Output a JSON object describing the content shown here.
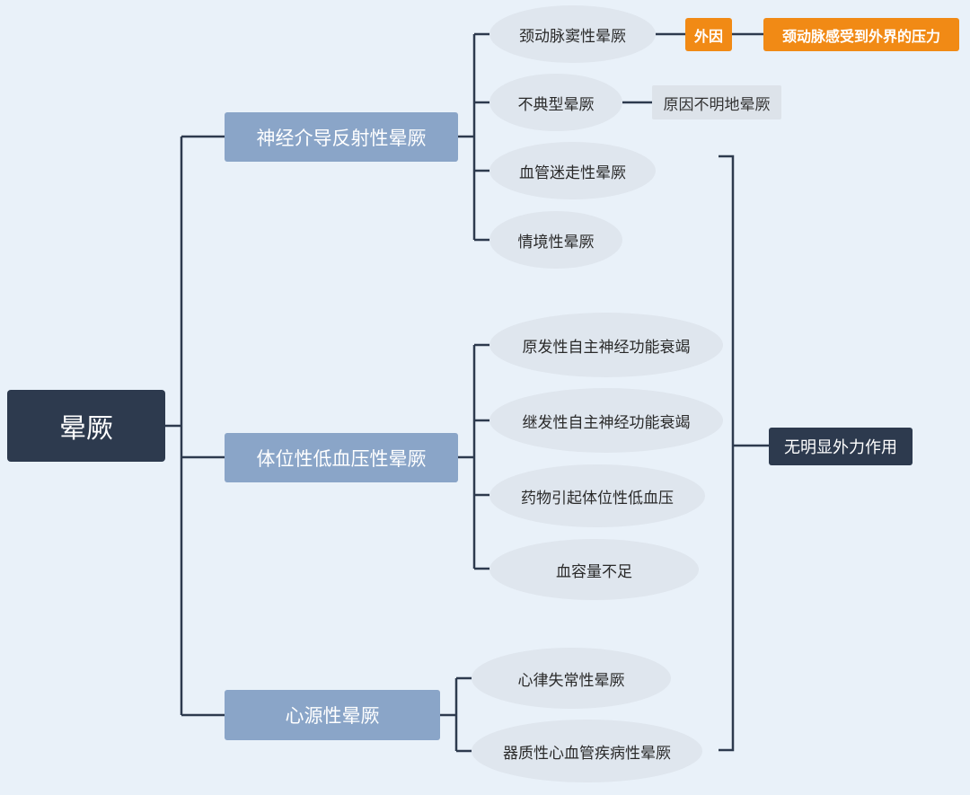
{
  "root": {
    "label": "晕厥"
  },
  "branches": [
    {
      "label": "神经介导反射性晕厥",
      "children": [
        "颈动脉窦性晕厥",
        "不典型晕厥",
        "血管迷走性晕厥",
        "情境性晕厥"
      ]
    },
    {
      "label": "体位性低血压性晕厥",
      "children": [
        "原发性自主神经功能衰竭",
        "继发性自主神经功能衰竭",
        "药物引起体位性低血压",
        "血容量不足"
      ]
    },
    {
      "label": "心源性晕厥",
      "children": [
        "心律失常性晕厥",
        "器质性心血管疾病性晕厥"
      ]
    }
  ],
  "annotations": {
    "carotid_cause_label": "外因",
    "carotid_cause_detail": "颈动脉感受到外界的压力",
    "atypical_note": "原因不明地晕厥",
    "summary_note": "无明显外力作用"
  },
  "colors": {
    "background": "#e9f1f9",
    "root": "#2d3a4e",
    "branch": "#8aa5c8",
    "leaf": "#dfe6ee",
    "accent": "#f18a15",
    "line": "#2d3a4e"
  }
}
